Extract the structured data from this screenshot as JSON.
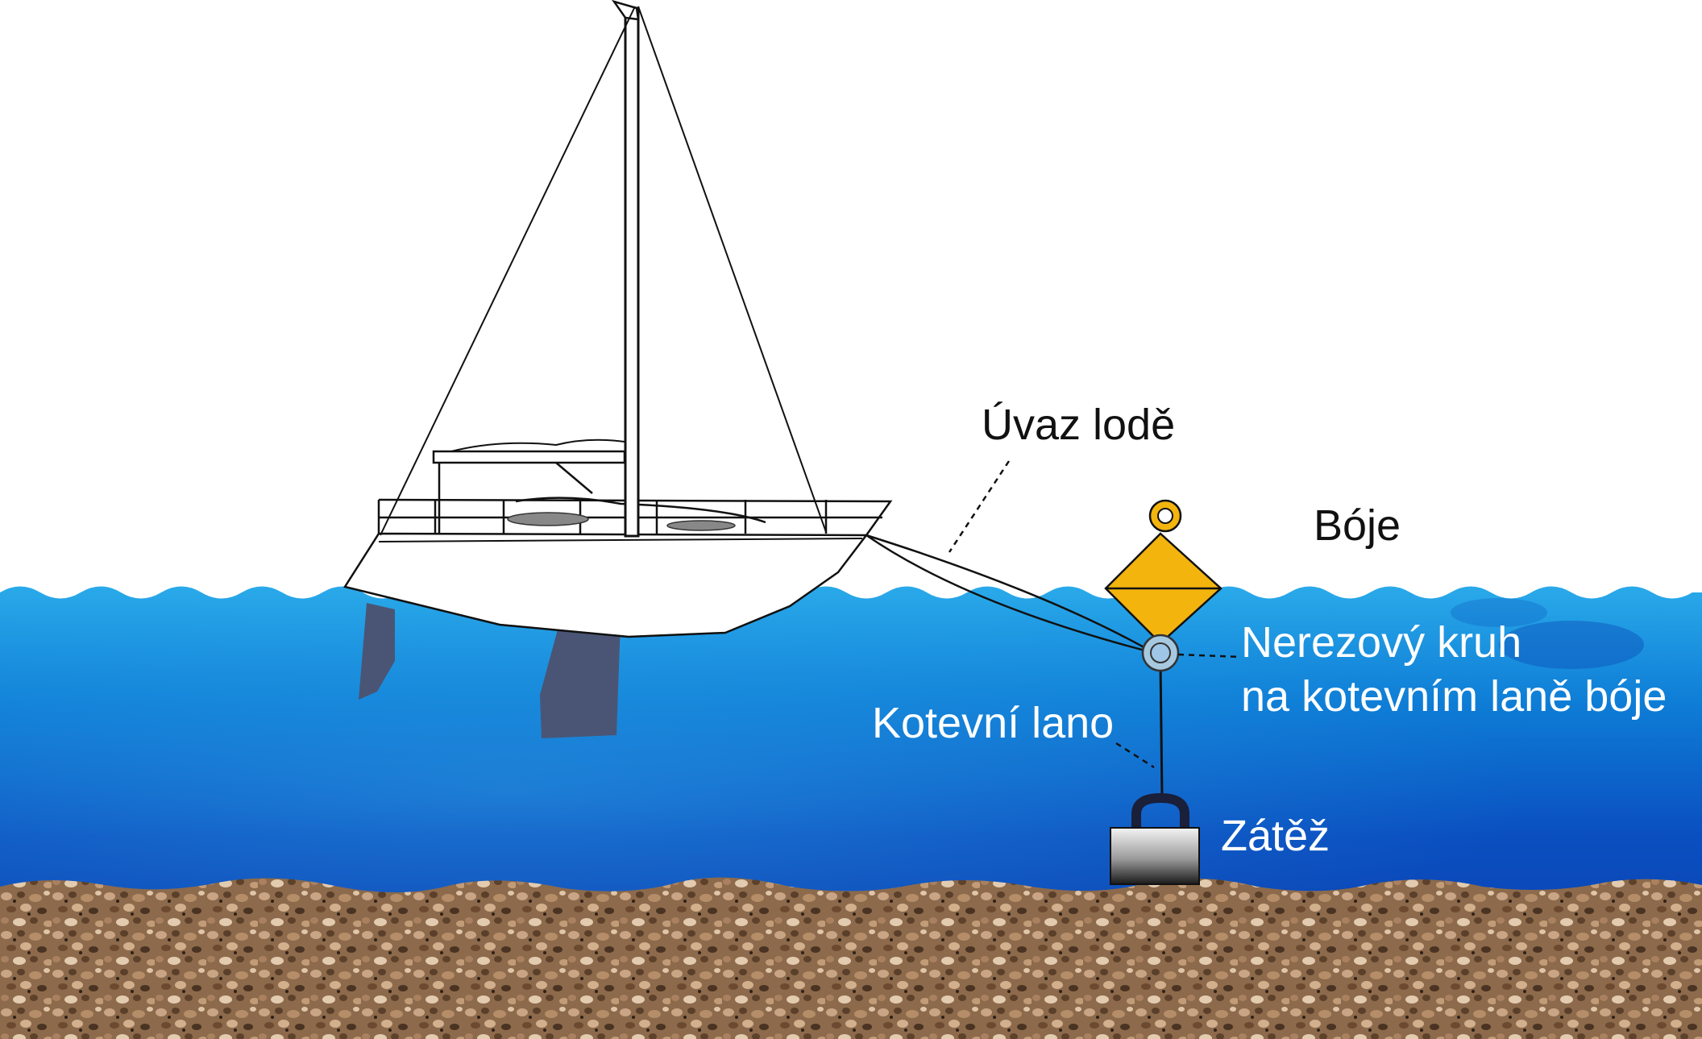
{
  "labels": {
    "mooring_line": "Úvaz lodě",
    "buoy": "Bóje",
    "ring_line1": "Nerezový kruh",
    "ring_line2": "na kotevním laně bóje",
    "anchor_rope": "Kotevní lano",
    "weight": "Zátěž"
  },
  "colors": {
    "sky": "#ffffff",
    "water_top": "#29a9e6",
    "water_mid": "#0b72cf",
    "water_deep": "#0838b0",
    "seabed": "#9a7553",
    "buoy": "#f3b40e",
    "keel": "#4a5575",
    "ring": "#bfe2f4"
  },
  "icons": [
    "sailboat-icon",
    "buoy-icon",
    "ring-icon",
    "weight-icon"
  ]
}
